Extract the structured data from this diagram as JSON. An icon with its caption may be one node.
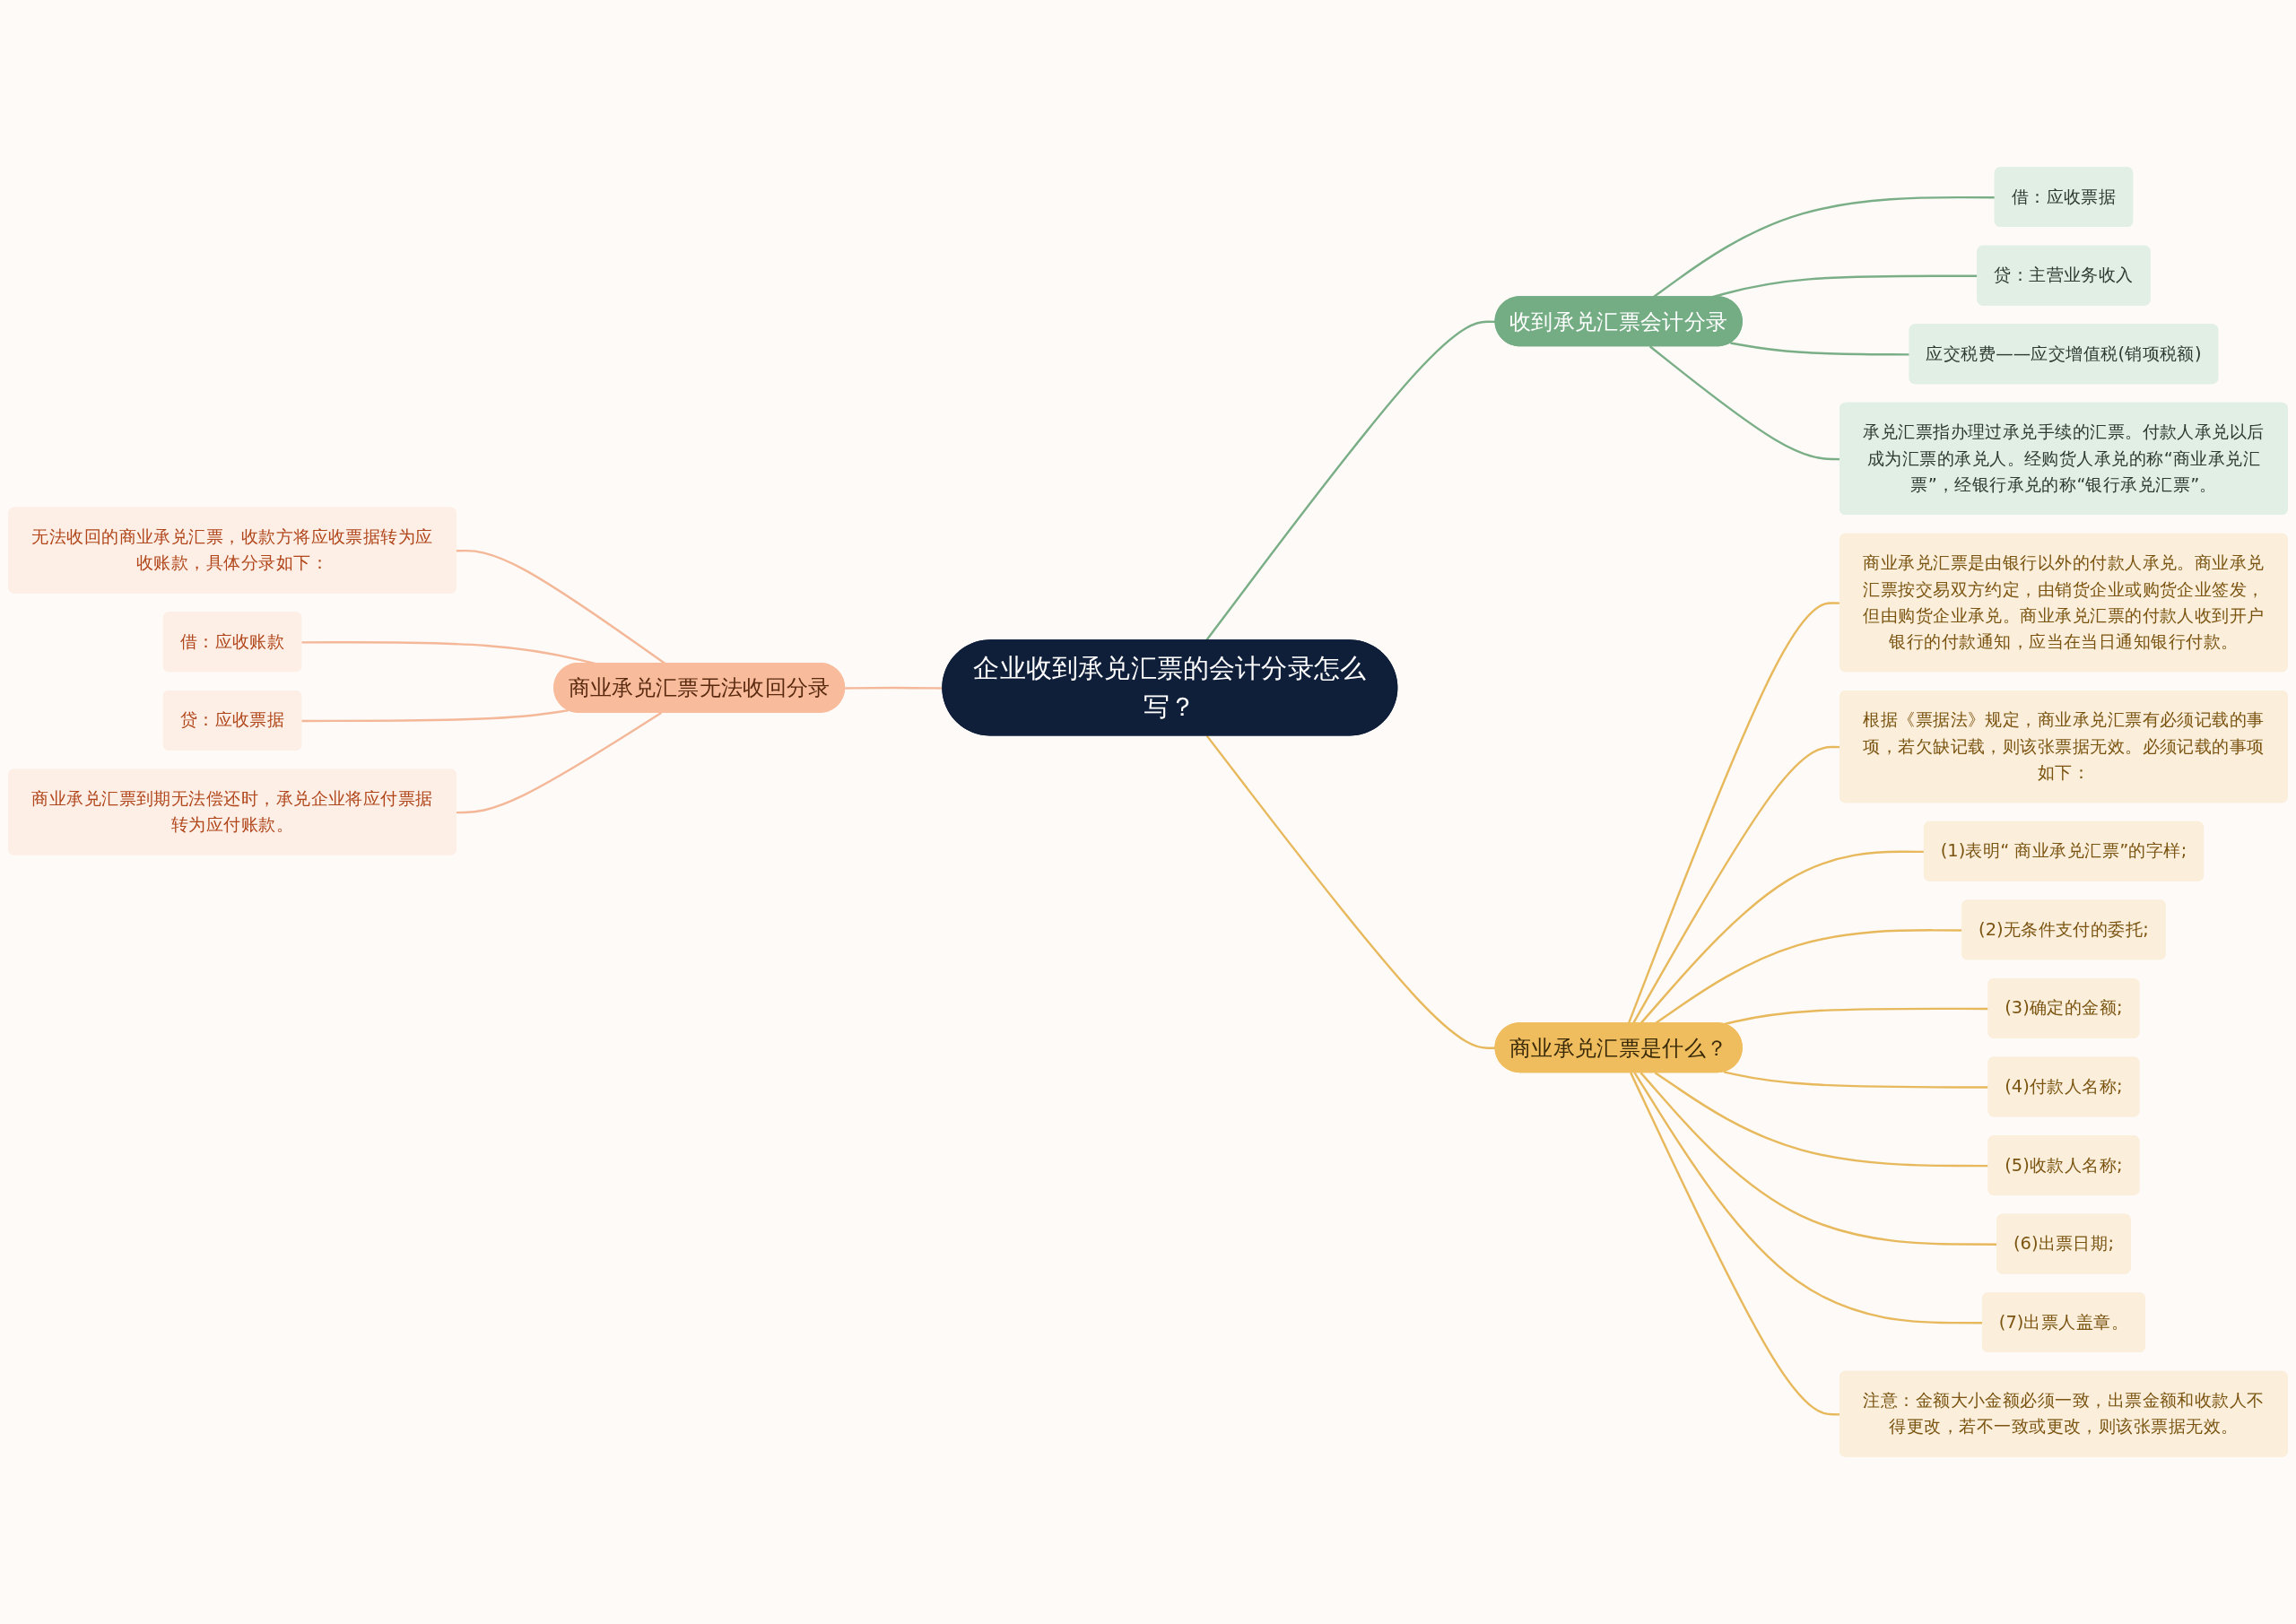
{
  "diagram": {
    "nodes": [
      {
        "text": [
          "企业收到承兑汇票的会计分录怎么写？"
        ]
      },
      {
        "text": [
          "收到承兑汇票会计分录"
        ]
      },
      {
        "text": [
          "借：应收票据"
        ]
      },
      {
        "text": [
          "贷：主营业务收入"
        ]
      },
      {
        "text": [
          "应交税费——应交增值税(销项税额)"
        ]
      },
      {
        "text": [
          "承兑汇票指办理过承兑手续的汇票。付款人承兑以后成为汇票的承兑人。经购货人承兑的称“商业承兑汇票”，经银行承兑的称“银行承兑汇票”。"
        ]
      },
      {
        "text": [
          "商业承兑汇票是什么？"
        ]
      },
      {
        "text": [
          "商业承兑汇票是由银行以外的付款人承兑。商业承兑汇票按交易双方约定，由销货企业或购货企业签发，但由购货企业承兑。商业承兑汇票的付款人收到开户银行的付款通知，应当在当日通知银行付款。"
        ]
      },
      {
        "text": [
          "根据《票据法》规定，商业承兑汇票有必须记载的事项，若欠缺记载，则该张票据无效。必须记载的事项如下："
        ]
      },
      {
        "text": [
          "(1)表明“ 商业承兑汇票”的字样;"
        ]
      },
      {
        "text": [
          "(2)无条件支付的委托;"
        ]
      },
      {
        "text": [
          "(3)确定的金额;"
        ]
      },
      {
        "text": [
          "(4)付款人名称;"
        ]
      },
      {
        "text": [
          "(5)收款人名称;"
        ]
      },
      {
        "text": [
          "(6)出票日期;"
        ]
      },
      {
        "text": [
          "(7)出票人盖章。"
        ]
      },
      {
        "text": [
          "注意：金额大小金额必须一致，出票金额和收款人不得更改，若不一致或更改，则该张票据无效。"
        ]
      },
      {
        "text": [
          "商业承兑汇票无法收回分录"
        ]
      },
      {
        "text": [
          "无法收回的商业承兑汇票，收款方将应收票据转为应收账款，具体分录如下："
        ]
      },
      {
        "text": [
          "借：应收账款"
        ]
      },
      {
        "text": [
          "贷：应收票据"
        ]
      },
      {
        "text": [
          "商业承兑汇票到期无法偿还时，承兑企业将应付票据转为应付账款。"
        ]
      }
    ],
    "edges": [
      {
        "from": 0,
        "to": 1,
        "arrow": "none",
        "color": "#7aae86"
      },
      {
        "from": 1,
        "to": 2,
        "arrow": "none",
        "color": "#7aae86"
      },
      {
        "from": 1,
        "to": 3,
        "arrow": "none",
        "color": "#7aae86"
      },
      {
        "from": 1,
        "to": 4,
        "arrow": "none",
        "color": "#7aae86"
      },
      {
        "from": 1,
        "to": 5,
        "arrow": "none",
        "color": "#7aae86"
      },
      {
        "from": 0,
        "to": 6,
        "arrow": "none"
      },
      {
        "from": 6,
        "to": 7,
        "arrow": "none"
      },
      {
        "from": 6,
        "to": 8,
        "arrow": "none"
      },
      {
        "from": 6,
        "to": 9,
        "arrow": "none"
      },
      {
        "from": 6,
        "to": 10,
        "arrow": "none"
      },
      {
        "from": 6,
        "to": 11,
        "arrow": "none"
      },
      {
        "from": 6,
        "to": 12,
        "arrow": "none"
      },
      {
        "from": 6,
        "to": 13,
        "arrow": "none"
      },
      {
        "from": 6,
        "to": 14,
        "arrow": "none"
      },
      {
        "from": 6,
        "to": 15,
        "arrow": "none"
      },
      {
        "from": 6,
        "to": 16,
        "arrow": "none"
      },
      {
        "from": 17,
        "to": 0,
        "arrow": "none",
        "color": "#f4b898"
      },
      {
        "from": 18,
        "to": 17,
        "arrow": "none",
        "color": "#f4b898"
      },
      {
        "from": 19,
        "to": 17,
        "arrow": "none",
        "color": "#f4b898"
      },
      {
        "from": 20,
        "to": 17,
        "arrow": "none",
        "color": "#f4b898"
      },
      {
        "from": 21,
        "to": 17,
        "arrow": "none",
        "color": "#f4b898"
      }
    ]
  }
}
